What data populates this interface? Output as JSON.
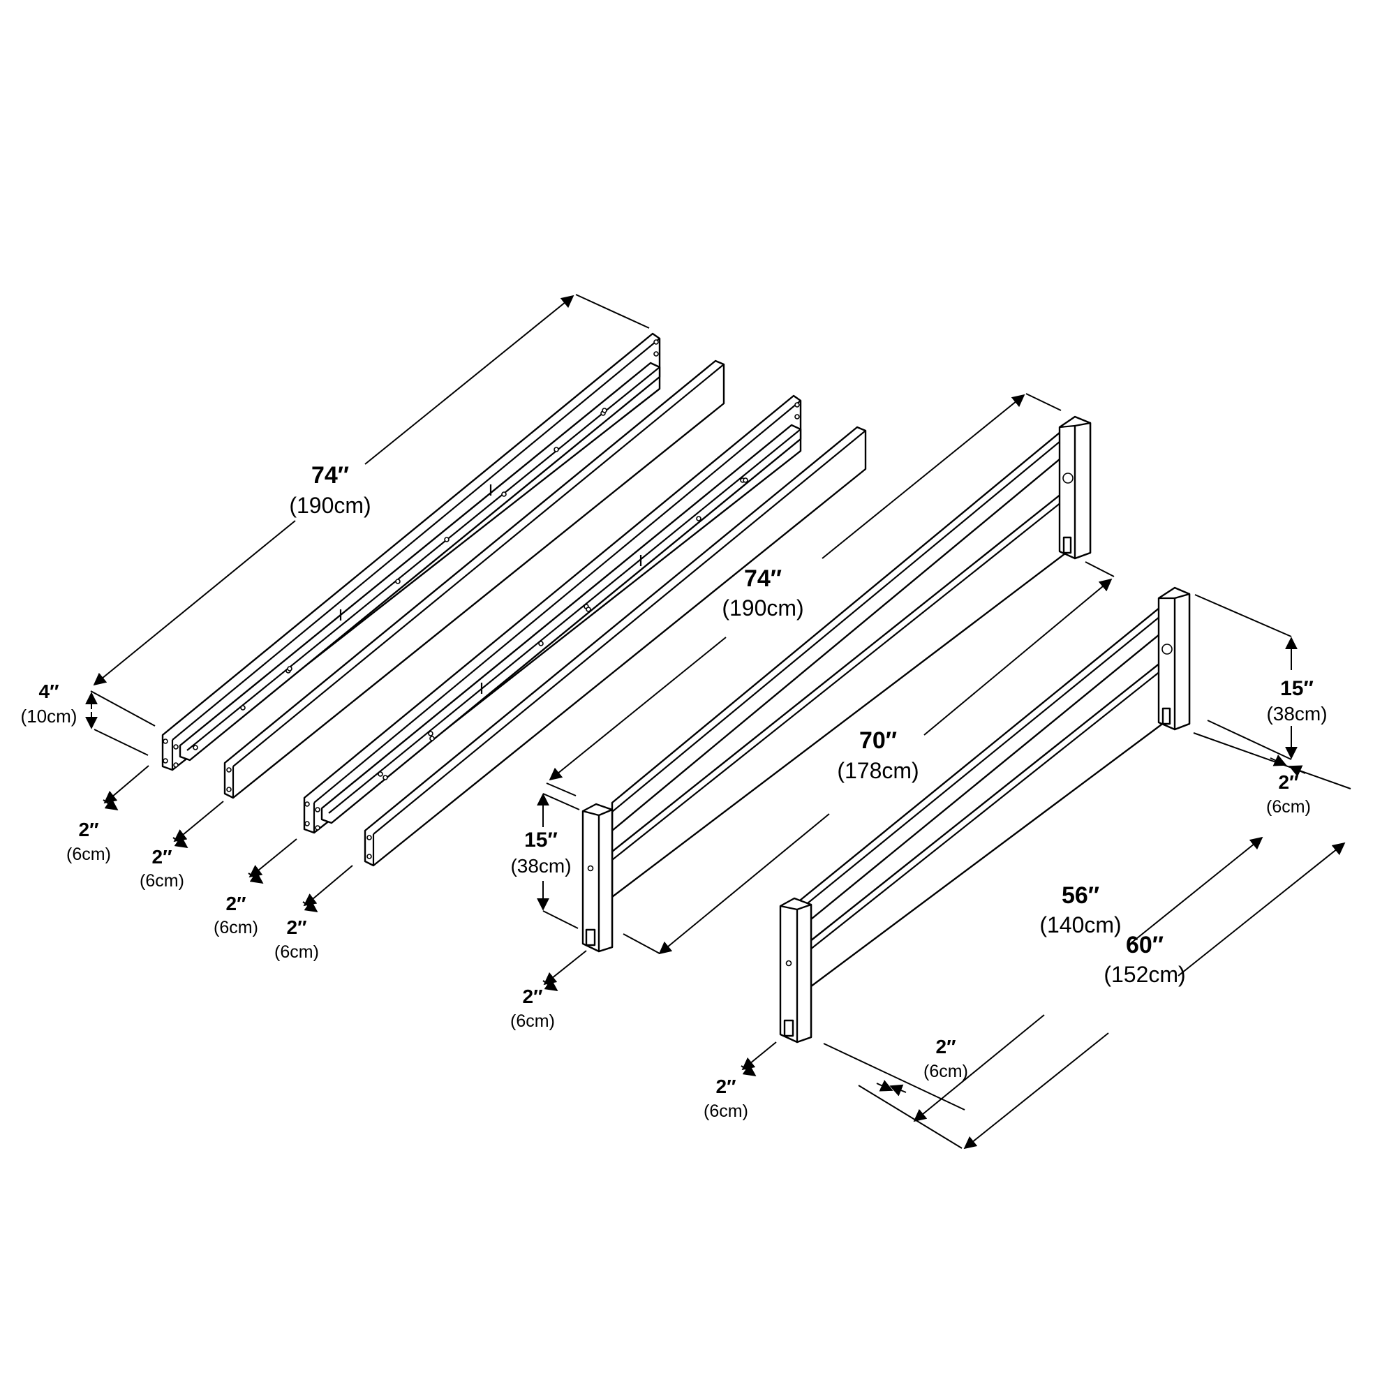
{
  "colors": {
    "line": "#000000",
    "background": "#ffffff"
  },
  "side_rails": {
    "length": {
      "imperial": "74″",
      "metric": "(190cm)"
    },
    "height": {
      "imperial": "4″",
      "metric": "(10cm)"
    },
    "thickness": [
      {
        "imperial": "2″",
        "metric": "(6cm)"
      },
      {
        "imperial": "2″",
        "metric": "(6cm)"
      },
      {
        "imperial": "2″",
        "metric": "(6cm)"
      },
      {
        "imperial": "2″",
        "metric": "(6cm)"
      }
    ]
  },
  "footboard_74": {
    "length": {
      "imperial": "74″",
      "metric": "(190cm)"
    },
    "rail_length": {
      "imperial": "70″",
      "metric": "(178cm)"
    },
    "height": {
      "imperial": "15″",
      "metric": "(38cm)"
    },
    "post_thickness": {
      "imperial": "2″",
      "metric": "(6cm)"
    }
  },
  "footboard_60": {
    "height": {
      "imperial": "15″",
      "metric": "(38cm)"
    },
    "inner_length": {
      "imperial": "56″",
      "metric": "(140cm)"
    },
    "outer_length": {
      "imperial": "60″",
      "metric": "(152cm)"
    },
    "post_thickness_right": {
      "imperial": "2″",
      "metric": "(6cm)"
    },
    "post_thickness_left": {
      "imperial": "2″",
      "metric": "(6cm)"
    },
    "post_depth": {
      "imperial": "2″",
      "metric": "(6cm)"
    }
  }
}
